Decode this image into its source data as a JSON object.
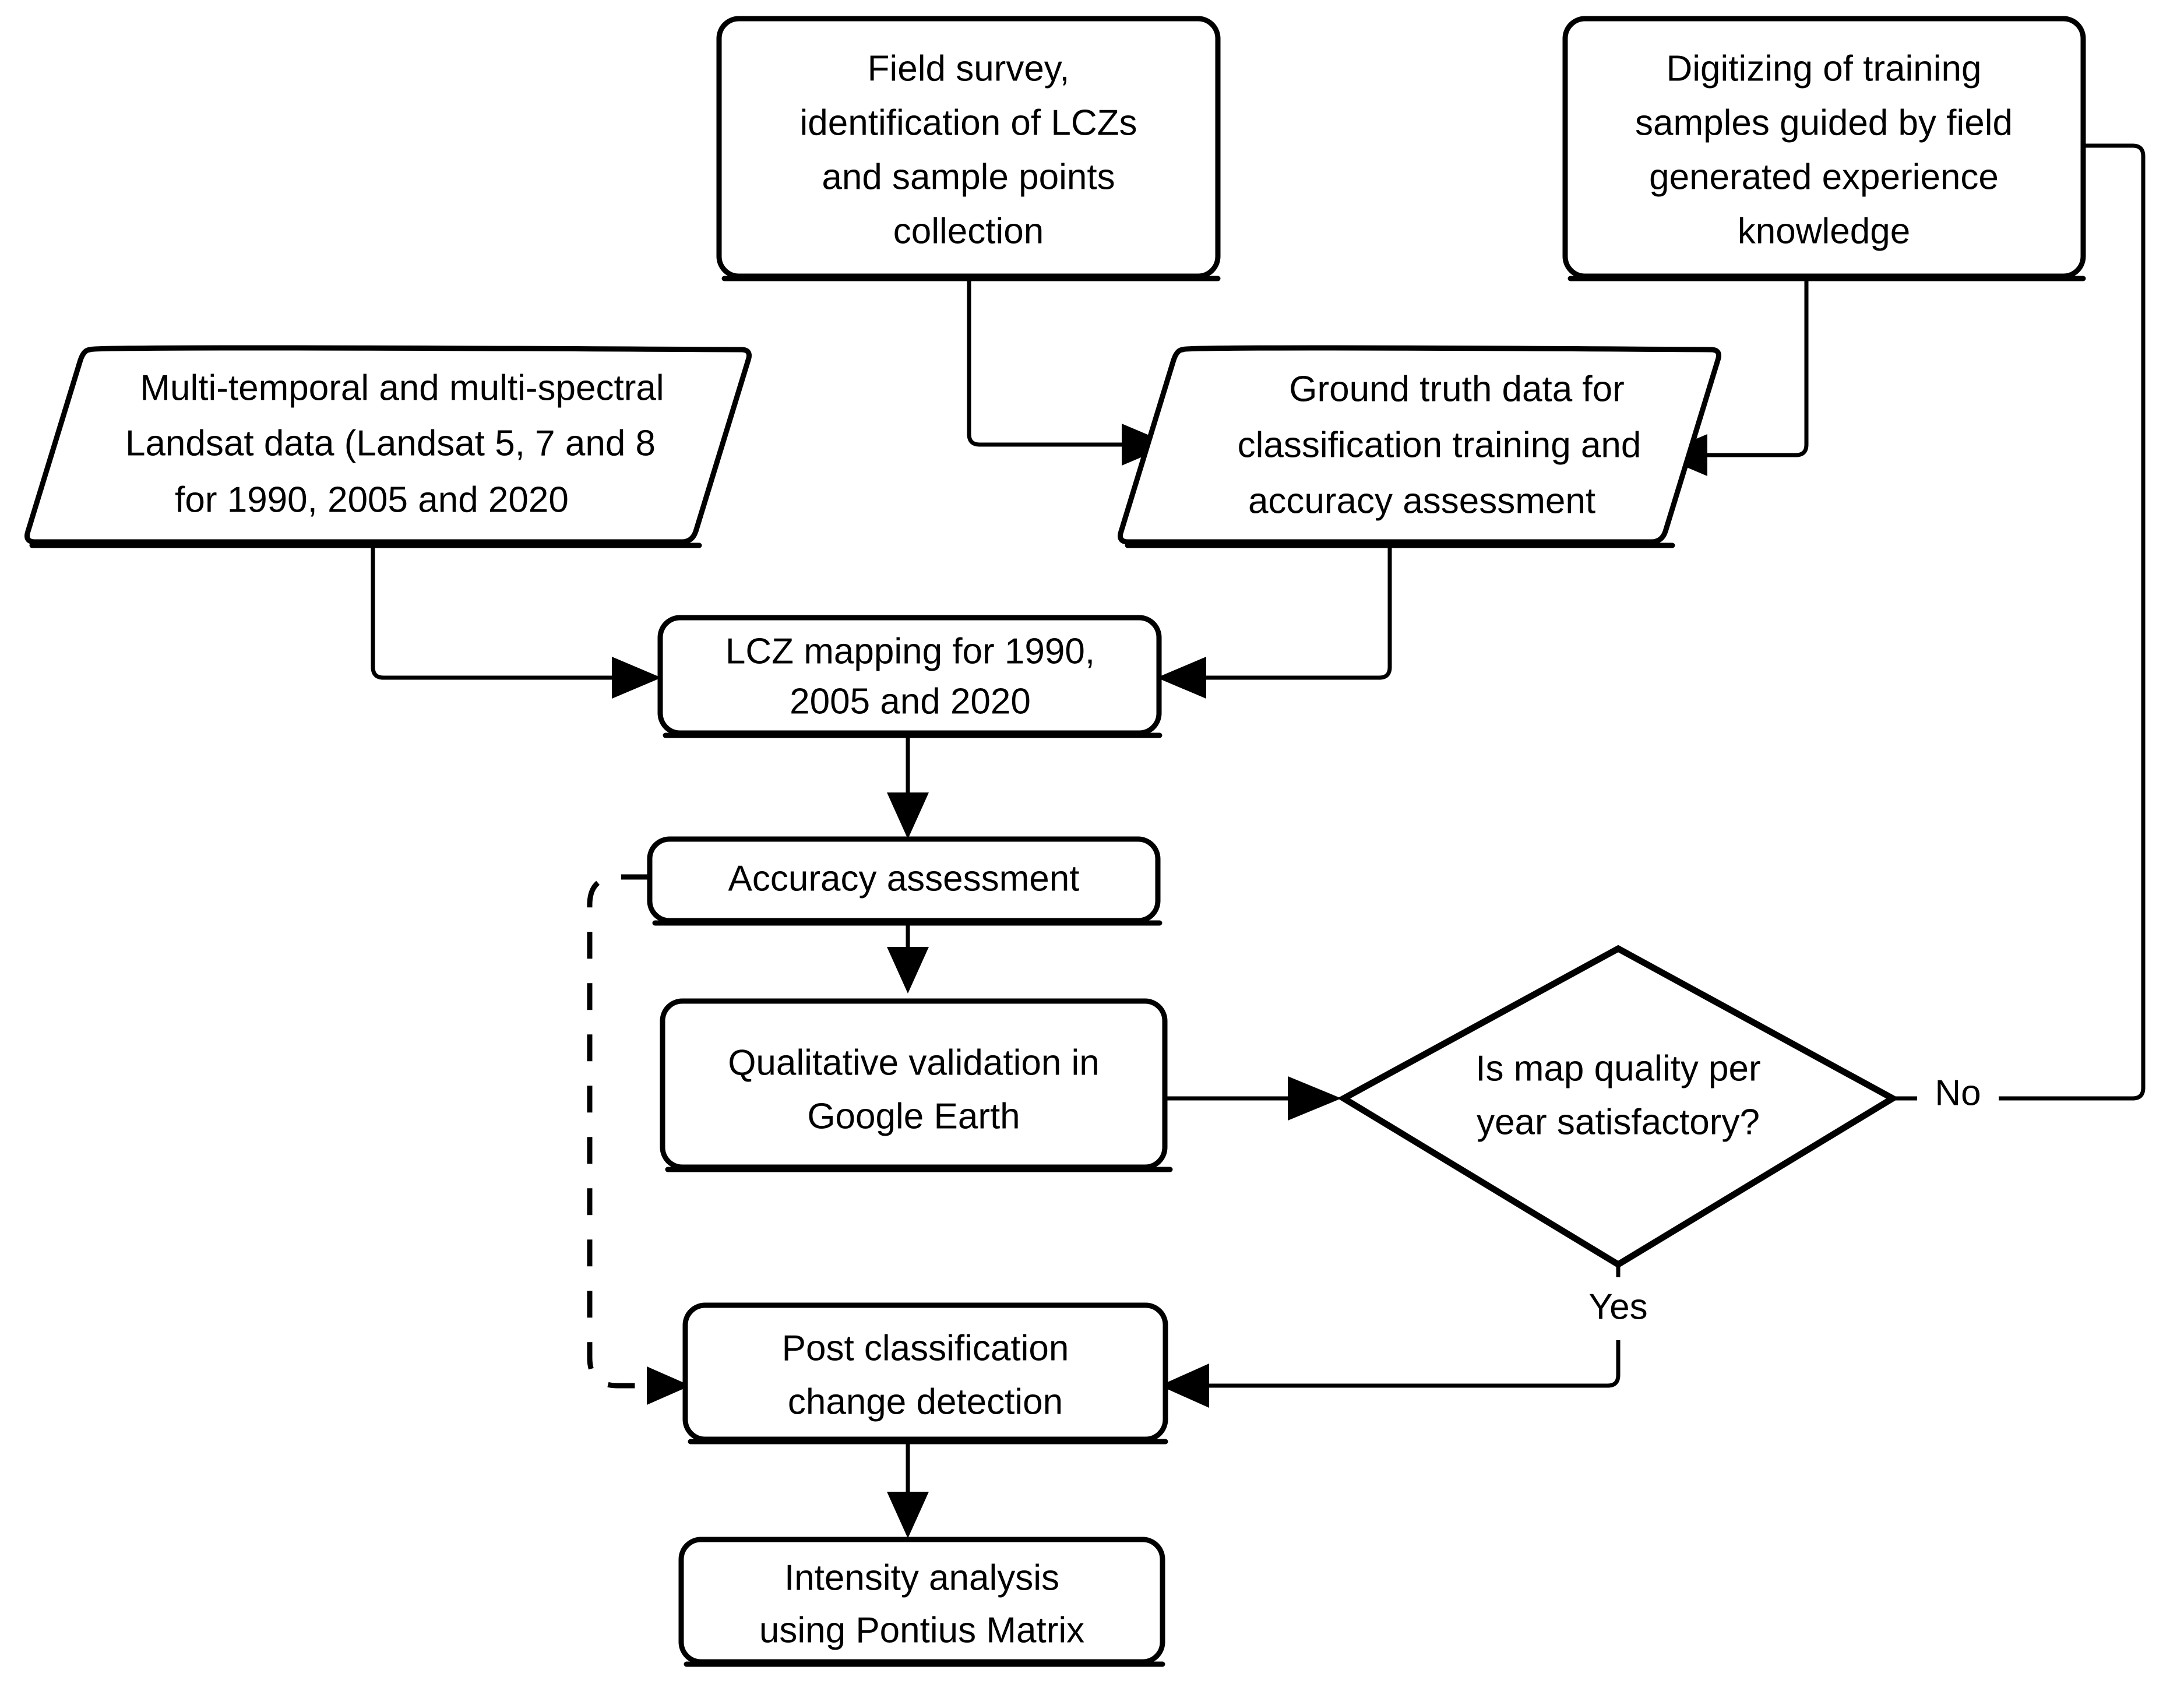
{
  "diagram": {
    "type": "flowchart",
    "title": "LCZ mapping and change detection methodology flowchart",
    "background_color": "#ffffff",
    "line_color": "#000000",
    "fill_color": "#ffffff"
  },
  "nodes": {
    "field_survey": {
      "shape": "rounded-rectangle",
      "lines": [
        "Field survey,",
        "identification of LCZs",
        "and sample points",
        "collection"
      ]
    },
    "digitizing": {
      "shape": "rounded-rectangle",
      "lines": [
        "Digitizing of training",
        "samples guided by field",
        "generated experience",
        "knowledge"
      ]
    },
    "landsat_data": {
      "shape": "parallelogram",
      "lines": [
        "Multi-temporal and multi-spectral",
        "Landsat data (Landsat 5, 7 and 8",
        "for 1990, 2005 and 2020"
      ]
    },
    "ground_truth": {
      "shape": "parallelogram",
      "lines": [
        "Ground truth data for",
        "classification training and",
        "accuracy assessment"
      ]
    },
    "lcz_mapping": {
      "shape": "rounded-rectangle",
      "lines": [
        "LCZ mapping for 1990,",
        "2005 and 2020"
      ]
    },
    "accuracy_assessment": {
      "shape": "rounded-rectangle",
      "lines": [
        "Accuracy assessment"
      ]
    },
    "qualitative_validation": {
      "shape": "rounded-rectangle",
      "lines": [
        "Qualitative validation in",
        "Google Earth"
      ]
    },
    "map_quality_decision": {
      "shape": "diamond",
      "lines": [
        "Is map quality per",
        "year satisfactory?"
      ]
    },
    "post_classification": {
      "shape": "rounded-rectangle",
      "lines": [
        "Post classification",
        "change detection"
      ]
    },
    "intensity_analysis": {
      "shape": "rounded-rectangle",
      "lines": [
        "Intensity analysis",
        "using Pontius Matrix"
      ]
    }
  },
  "edge_labels": {
    "decision_no": "No",
    "decision_yes": "Yes"
  }
}
